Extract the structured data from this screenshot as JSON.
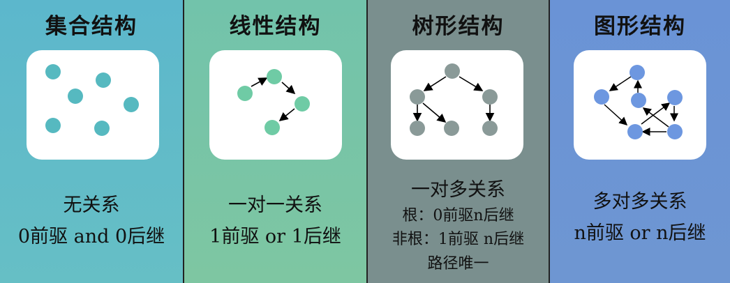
{
  "colors": {
    "set_bg": "#5fbccb",
    "linear_bg": "#77c4a6",
    "tree_bg": "#7a8f8e",
    "graph_bg": "#6b93d4",
    "set_node": "#56b9c0",
    "linear_node": "#6fcba5",
    "tree_node": "#8a9a98",
    "graph_node": "#6d97e0"
  },
  "panels": [
    {
      "title": "集合结构",
      "captions": [
        "无关系",
        "0前驱 and 0后继"
      ]
    },
    {
      "title": "线性结构",
      "captions": [
        "一对一关系",
        "1前驱 or 1后继"
      ]
    },
    {
      "title": "树形结构",
      "captions": [
        "一对多关系",
        "根：0前驱n后继",
        "非根：1前驱 n后继",
        "路径唯一"
      ]
    },
    {
      "title": "图形结构",
      "captions": [
        "多对多关系",
        "n前驱 or n后继"
      ]
    }
  ]
}
